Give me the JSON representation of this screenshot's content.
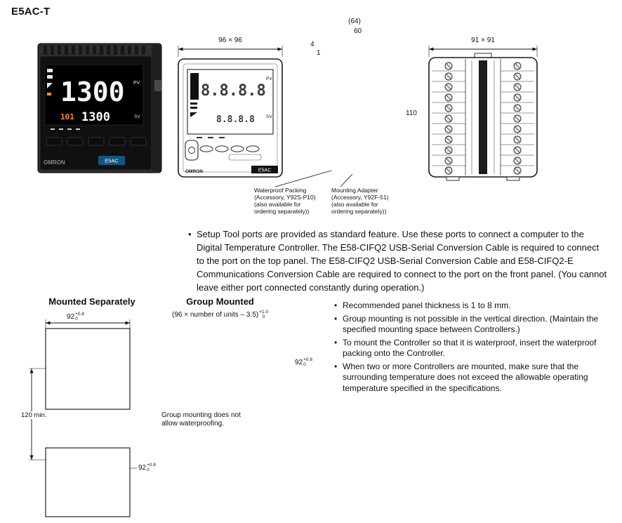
{
  "title": "E5AC-T",
  "bullet_char": "•",
  "photo": {
    "pv_value": "1300",
    "sv_small": "101",
    "sv_value": "1300",
    "pv_label": "PV",
    "sv_label": "SV",
    "brand": "OMRON",
    "model": "E5AC"
  },
  "front": {
    "dim": "96 × 96",
    "pv_segments": "8.8.8.8",
    "sv_segments": "8.8.8.8",
    "pv_label": "PV",
    "sv_label": "SV",
    "brand": "OMRON",
    "model": "E5AC"
  },
  "side": {
    "dim_depth_total": "(64)",
    "dim_depth_case": "60",
    "dim_bezel": "4",
    "dim_packing": "1",
    "dim_height": "110",
    "waterproof_lines": [
      "Waterproof Packing",
      "(Accessory, Y92S-P10)",
      "(also available for",
      "ordering separately))"
    ],
    "adapter_lines": [
      "Mounting Adapter",
      "(Accessory, Y92F-51)",
      "(also available for",
      "ordering separately))"
    ]
  },
  "rear": {
    "dim": "91 × 91"
  },
  "setup_note": "Setup Tool ports are provided as standard feature. Use these ports to connect a computer to the Digital Temperature Controller. The E58-CIFQ2 USB-Serial Conversion Cable is required to connect to the port on the top panel. The E58-CIFQ2 USB-Serial Conversion Cable and E58-CIFQ2-E Communications Conversion Cable are required to connect to the port on the front panel. (You cannot leave either port connected constantly during operation.)",
  "mounting": {
    "separate_title": "Mounted Separately",
    "group_title": "Group Mounted",
    "group_formula": "(96 × number of units – 3.5)",
    "group_tol_sup": "+1.0",
    "group_tol_sub": "0",
    "cutout_dim": "92",
    "cutout_tol_sup": "+0.8",
    "cutout_tol_sub": "0",
    "vertical_min": "120 min.",
    "group_note": "Group mounting does not allow waterproofing."
  },
  "notes": [
    "Recommended panel thickness is 1 to 8 mm.",
    "Group mounting is not possible in the vertical direction. (Maintain the specified mounting space between Controllers.)",
    "To mount the Controller so that it is waterproof, insert the waterproof packing onto the Controller.",
    "When two or more Controllers are mounted, make sure that the surrounding temperature does not exceed the allowable operating temperature specified in the specifications."
  ],
  "colors": {
    "ink": "#111111",
    "display_accent": "#ff8a3c"
  }
}
